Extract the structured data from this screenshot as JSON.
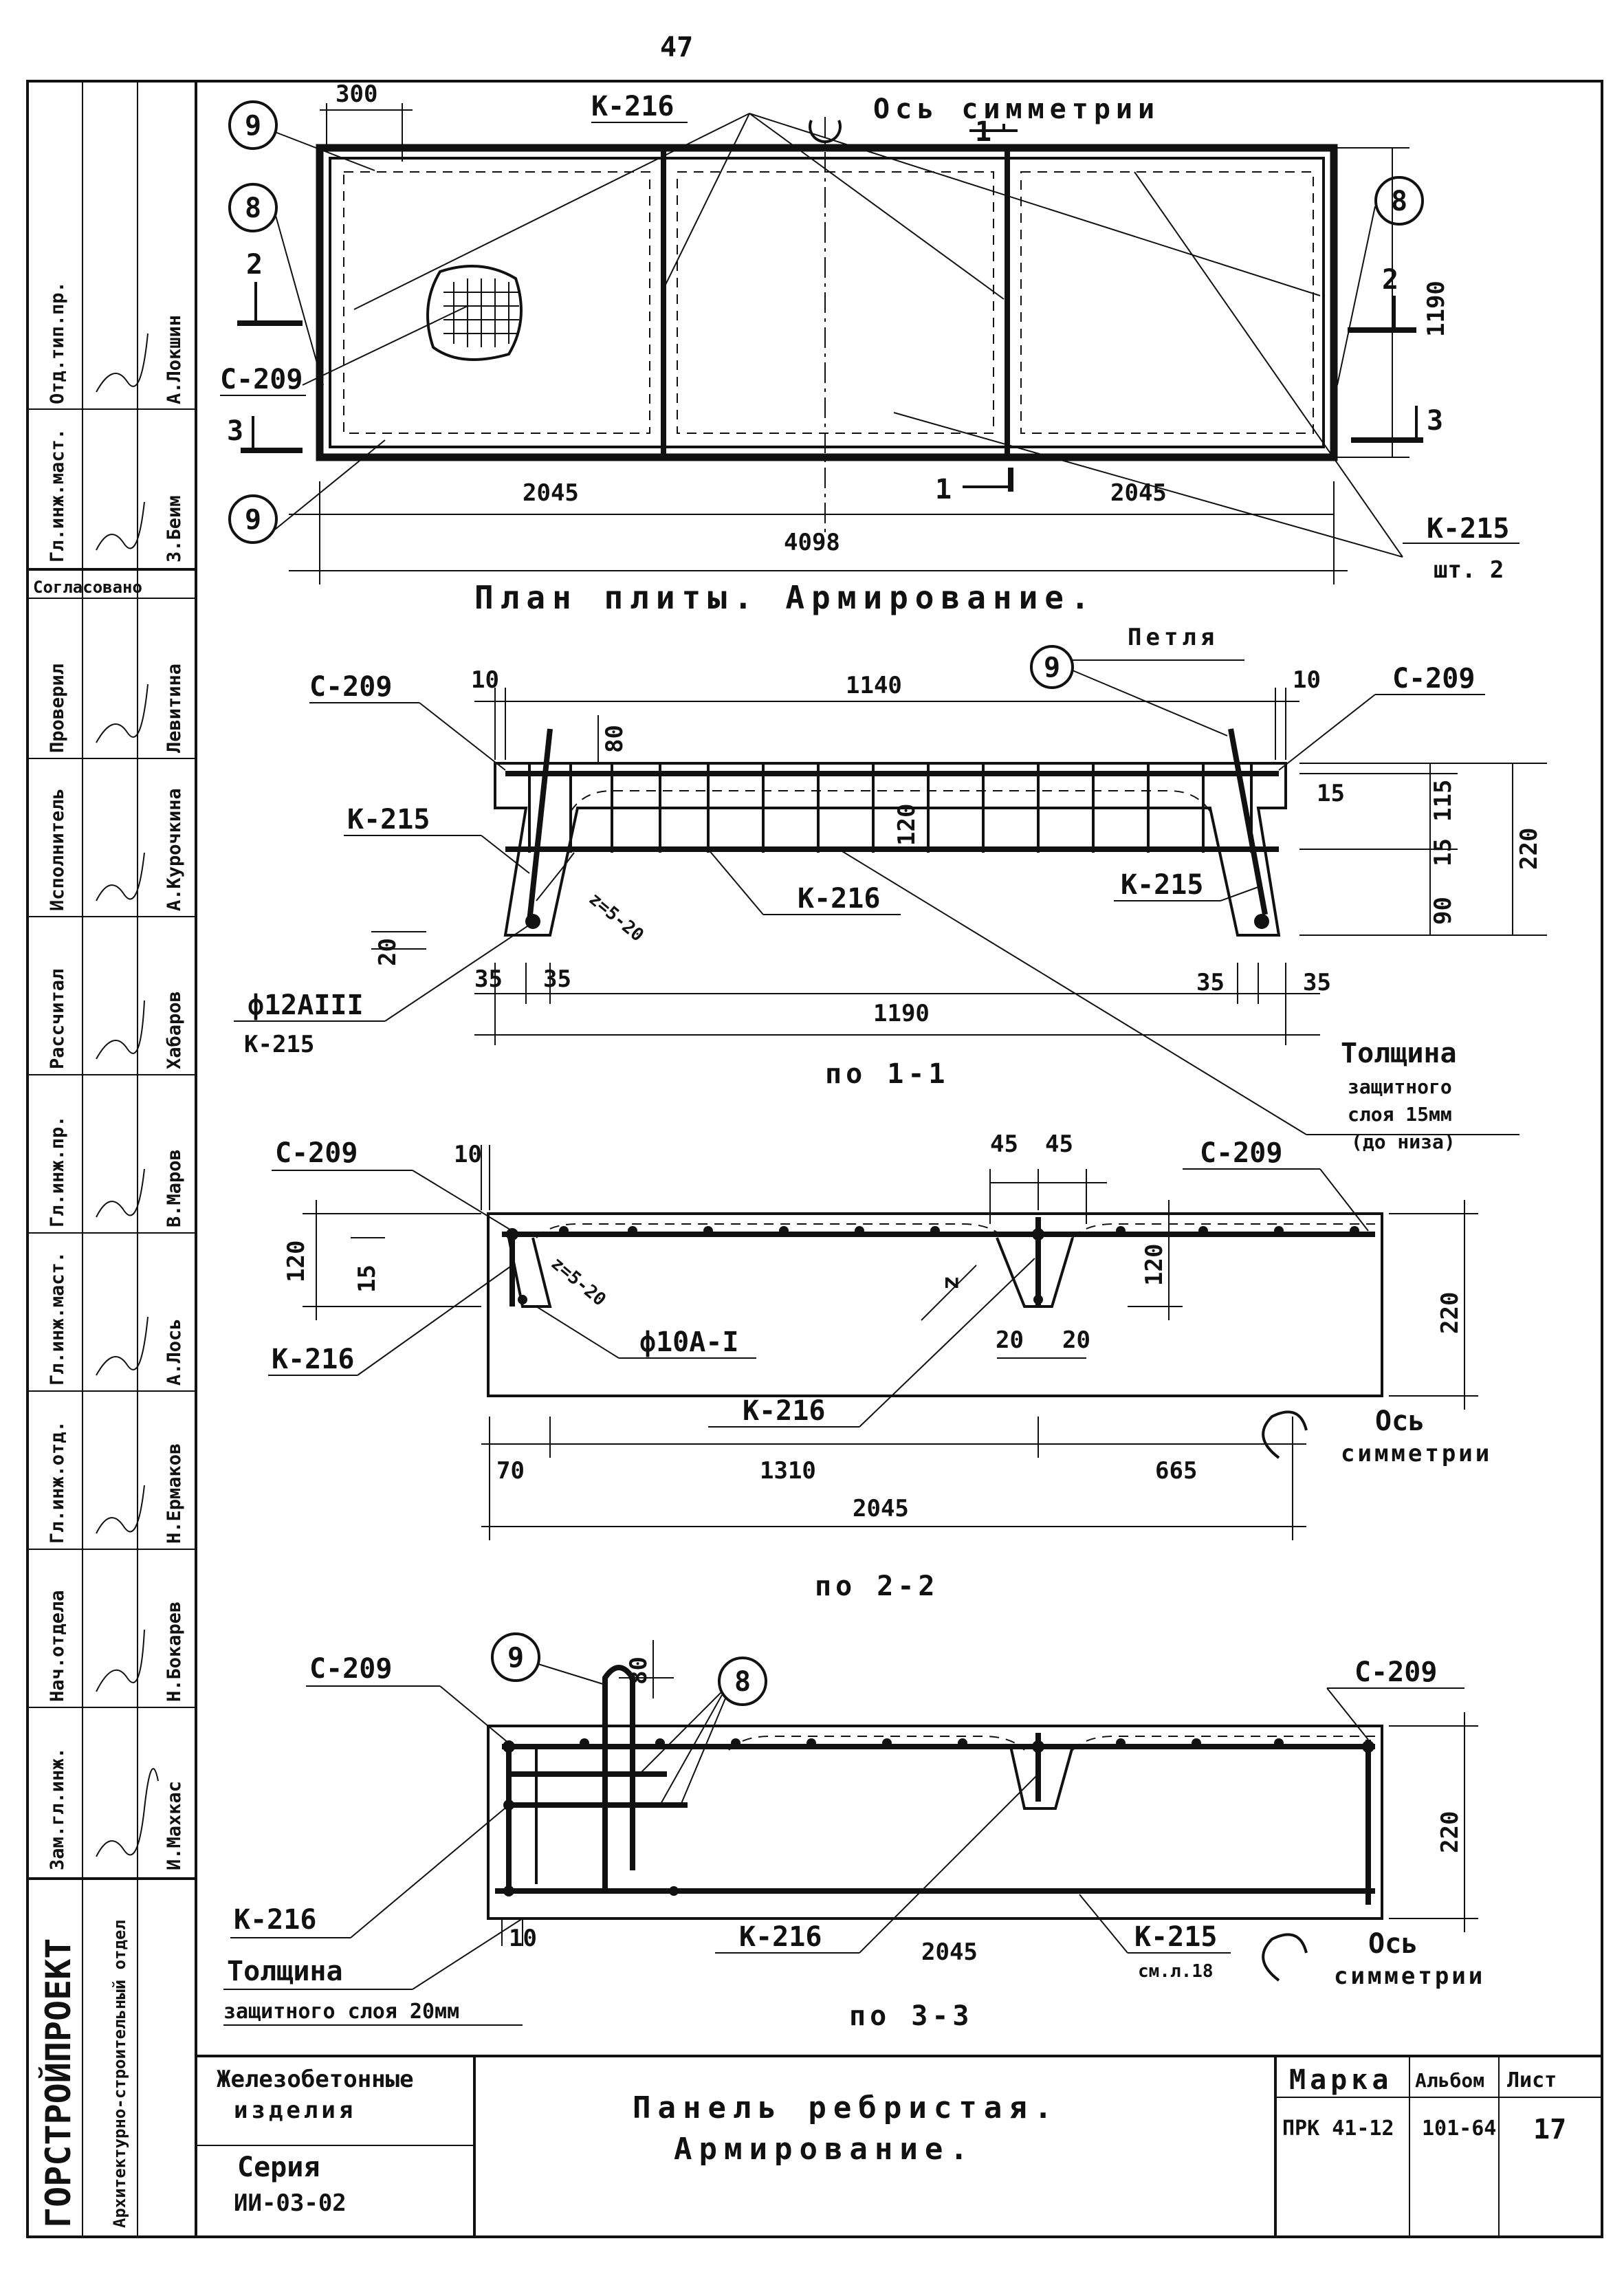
{
  "page_number": "47",
  "side_stamp": {
    "org": "ГОРСТРОЙПРОЕКТ",
    "dept": "Архитектурно-строительный отдел",
    "rows": [
      {
        "role": "Зам.гл.инж.",
        "name": "И.Махкас"
      },
      {
        "role": "Нач.отдела",
        "name": "Н.Бокарев"
      },
      {
        "role": "Гл.инж.отд.",
        "name": "Н.Ермаков"
      },
      {
        "role": "Гл.инж.маст.",
        "name": "А.Лось"
      },
      {
        "role": "Гл.инж.пр.",
        "name": "В.Маров"
      },
      {
        "role": "Рассчитал",
        "name": "Хабаров"
      },
      {
        "role": "Исполнитель",
        "name": "А.Курочкина"
      },
      {
        "role": "Проверил",
        "name": "Левитина"
      },
      {
        "role": "Гл.инж.маст.",
        "name": "З.Беим"
      },
      {
        "role": "Отд.тип.пр.",
        "name": "А.Локшин"
      }
    ],
    "agreed": "Согласовано"
  },
  "plan": {
    "title": "План плиты. Армирование.",
    "labels": {
      "k216": "К-216",
      "c209": "С-209",
      "k215": "К-215",
      "k215_qty": "шт. 2",
      "axis": "Ось симметрии",
      "sec1": "1",
      "sec2": "2",
      "sec3": "3",
      "m8": "8",
      "m9": "9"
    },
    "dims": {
      "d300": "300",
      "d2045a": "2045",
      "d2045b": "2045",
      "d4098": "4098",
      "d1190": "1190"
    }
  },
  "s11": {
    "title": "по 1-1",
    "labels": {
      "c209l": "С-209",
      "c209r": "С-209",
      "k215l": "К-215",
      "k216": "К-216",
      "k215r": "К-215",
      "loop": "Петля",
      "m9": "9",
      "bar": "ф12АIII",
      "bar_ref": "К-215",
      "z": "z=5-20",
      "cover1": "Толщина",
      "cover2": "защитного",
      "cover3": "слоя 15мм",
      "cover4": "(до низа)"
    },
    "dims": {
      "d10a": "10",
      "d10b": "10",
      "d1140": "1140",
      "d80": "80",
      "d120": "120",
      "d15a": "15",
      "d15b": "15",
      "d115": "115",
      "d90": "90",
      "d220": "220",
      "d20": "20",
      "d35a": "35",
      "d35b": "35",
      "d35c": "35",
      "d35d": "35",
      "d1190": "1190"
    }
  },
  "s22": {
    "title": "по 2-2",
    "labels": {
      "c209l": "С-209",
      "c209r": "С-209",
      "k216l": "К-216",
      "k216": "К-216",
      "bar": "ф10А-I",
      "z": "z=5-20",
      "zr": "z",
      "axis1": "Ось",
      "axis2": "симметрии"
    },
    "dims": {
      "d10": "10",
      "d45a": "45",
      "d45b": "45",
      "d120l": "120",
      "d15": "15",
      "d120r": "120",
      "d20a": "20",
      "d20b": "20",
      "d220": "220",
      "d70": "70",
      "d1310": "1310",
      "d665": "665",
      "d2045": "2045"
    }
  },
  "s33": {
    "title": "по 3-3",
    "labels": {
      "c209l": "С-209",
      "c209r": "С-209",
      "m9": "9",
      "m8": "8",
      "k216l": "К-216",
      "k216": "К-216",
      "k215": "К-215",
      "k215_ref": "см.л.18",
      "cover1": "Толщина",
      "cover2": "защитного слоя 20мм",
      "axis1": "Ось",
      "axis2": "симметрии"
    },
    "dims": {
      "d80": "80",
      "d220": "220",
      "d10": "10",
      "d2045": "2045"
    }
  },
  "title_block": {
    "category1": "Железобетонные",
    "category2": "изделия",
    "series_label": "Серия",
    "series_value": "ИИ-03-02",
    "name1": "Панель ребристая.",
    "name2": "Армирование.",
    "mark_label": "Марка",
    "mark_value": "ПРК 41-12",
    "album_label": "Альбом",
    "album_value": "101-64",
    "sheet_label": "Лист",
    "sheet_value": "17"
  }
}
